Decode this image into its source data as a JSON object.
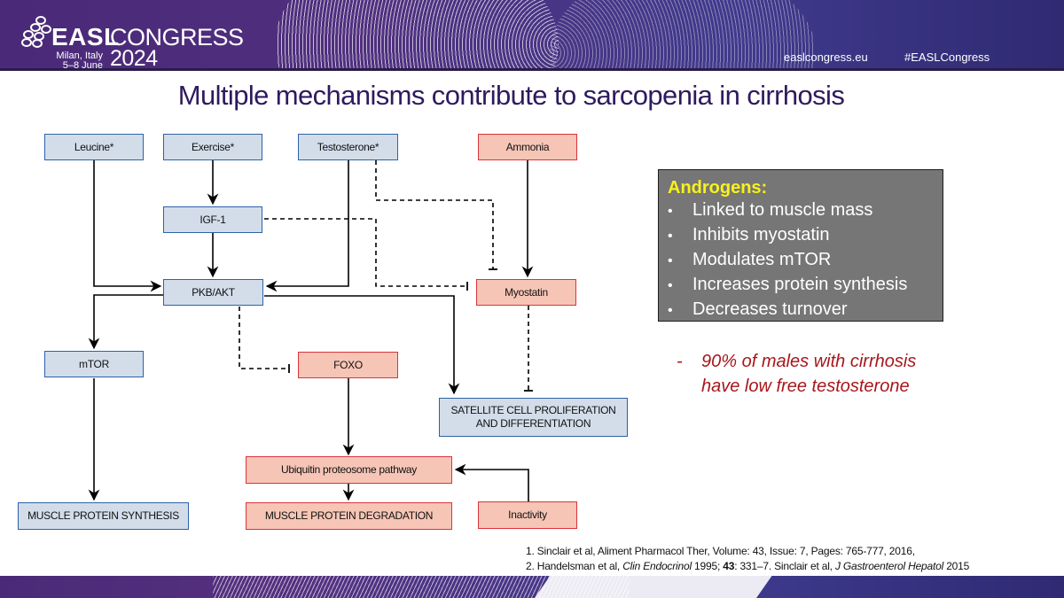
{
  "header": {
    "logo": {
      "brand": "EASL",
      "event": "CONGRESS",
      "city": "Milan, Italy",
      "dates": "5–8 June",
      "year": "2024"
    },
    "website": "easlcongress.eu",
    "hashtag": "#EASLCongress"
  },
  "slide": {
    "title": "Multiple mechanisms contribute to sarcopenia in cirrhosis"
  },
  "diagram": {
    "nodes": {
      "leucine": "Leucine*",
      "exercise": "Exercise*",
      "testosterone": "Testosterone*",
      "ammonia": "Ammonia",
      "igf1": "IGF-1",
      "pkb_akt": "PKB/AKT",
      "myostatin": "Myostatin",
      "mtor": "mTOR",
      "foxo": "FOXO",
      "satellite_line1": "SATELLITE CELL PROLIFERATION",
      "satellite_line2": "AND DIFFERENTIATION",
      "ubiquitin": "Ubiquitin proteosome pathway",
      "mps": "MUSCLE PROTEIN SYNTHESIS",
      "mpd": "MUSCLE PROTEIN DEGRADATION",
      "inactivity": "Inactivity"
    },
    "edges": [
      {
        "from": "Exercise*",
        "to": "IGF-1",
        "type": "activates"
      },
      {
        "from": "IGF-1",
        "to": "PKB/AKT",
        "type": "activates"
      },
      {
        "from": "Leucine*",
        "to": "PKB/AKT",
        "type": "activates"
      },
      {
        "from": "Testosterone*",
        "to": "PKB/AKT",
        "type": "activates"
      },
      {
        "from": "Testosterone*",
        "to": "Myostatin",
        "type": "inhibits"
      },
      {
        "from": "IGF-1",
        "to": "Myostatin",
        "type": "inhibits"
      },
      {
        "from": "Ammonia",
        "to": "Myostatin",
        "type": "activates"
      },
      {
        "from": "PKB/AKT",
        "to": "mTOR",
        "type": "activates"
      },
      {
        "from": "PKB/AKT",
        "to": "FOXO",
        "type": "inhibits"
      },
      {
        "from": "PKB/AKT",
        "to": "SATELLITE CELL PROLIFERATION AND DIFFERENTIATION",
        "type": "activates"
      },
      {
        "from": "Myostatin",
        "to": "SATELLITE CELL PROLIFERATION AND DIFFERENTIATION",
        "type": "inhibits"
      },
      {
        "from": "mTOR",
        "to": "MUSCLE PROTEIN SYNTHESIS",
        "type": "activates"
      },
      {
        "from": "FOXO",
        "to": "Ubiquitin proteosome pathway",
        "type": "activates"
      },
      {
        "from": "Inactivity",
        "to": "Ubiquitin proteosome pathway",
        "type": "activates"
      },
      {
        "from": "Ubiquitin proteosome pathway",
        "to": "MUSCLE PROTEIN DEGRADATION",
        "type": "activates"
      }
    ],
    "colors": {
      "blue_fill": "#d3ddea",
      "blue_border": "#2e62a6",
      "red_fill": "#f6c5b6",
      "red_border": "#d9343b"
    }
  },
  "androgens": {
    "title": "Androgens:",
    "bullet": "•",
    "items": [
      "Linked to muscle mass",
      "Inhibits myostatin",
      "Modulates mTOR",
      "Increases protein synthesis",
      "Decreases turnover"
    ]
  },
  "note": {
    "dash": "-",
    "text": "90%  of males with cirrhosis have low free testosterone"
  },
  "references": {
    "ref1": "1. Sinclair et al, Aliment Pharmacol Ther, Volume: 43, Issue: 7, Pages: 765-777, 2016,",
    "ref2_a": "2. Handelsman et al, ",
    "ref2_journal1": "Clin Endocrinol",
    "ref2_b": " 1995; ",
    "ref2_vol": "43",
    "ref2_c": ": 331–7. Sinclair et al, ",
    "ref2_journal2": "J Gastroenterol Hepatol",
    "ref2_d": " 2015"
  }
}
